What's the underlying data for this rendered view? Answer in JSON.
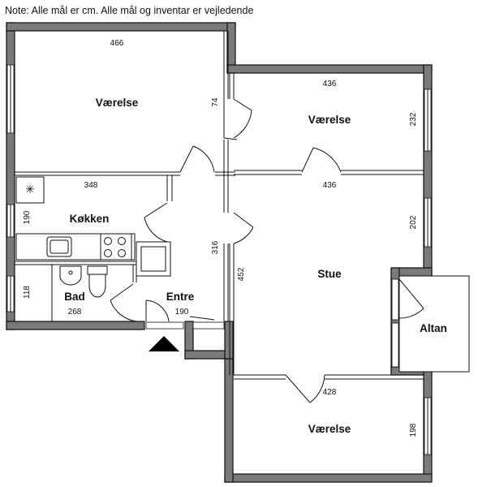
{
  "note": "Note: Alle mål er cm. Alle mål og inventar er vejledende",
  "rooms": {
    "vaerelse_nw": "Værelse",
    "vaerelse_ne": "Værelse",
    "koekken": "Køkken",
    "bad": "Bad",
    "entre": "Entre",
    "stue": "Stue",
    "altan": "Altan",
    "vaerelse_s": "Værelse"
  },
  "dimensions": {
    "vaerelse_nw_width": "466",
    "vaerelse_nw_depth": "74",
    "vaerelse_ne_width": "436",
    "vaerelse_ne_depth": "232",
    "stue_width": "436",
    "stue_depth_right": "202",
    "stue_depth_left": "452",
    "koekken_width": "348",
    "koekken_depth": "190",
    "entre_depth": "316",
    "bad_depth": "118",
    "bad_width": "268",
    "entre_width": "190",
    "vaerelse_s_width": "428",
    "vaerelse_s_depth": "198"
  }
}
